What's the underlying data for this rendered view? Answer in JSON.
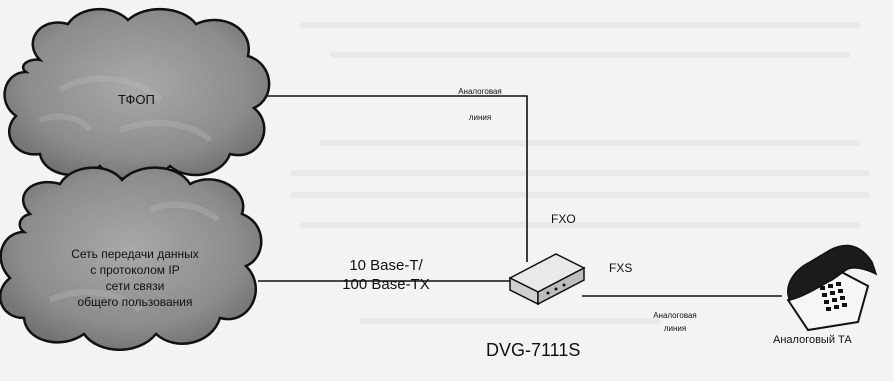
{
  "nodes": {
    "pstn": "ТФОП",
    "data_network": [
      "Сеть передачи данных",
      "с протоколом IP",
      "сети связи",
      "общего пользования"
    ],
    "gateway_model": "DVG-7111S",
    "phone": "Аналоговый ТА"
  },
  "links": {
    "pstn_link": [
      "Аналоговая",
      "линия"
    ],
    "phone_link": [
      "Аналоговая",
      "линия"
    ],
    "ethernet": [
      "10 Base-T/",
      "100 Base-TX"
    ]
  },
  "ports": {
    "fxo": "FXO",
    "fxs": "FXS"
  },
  "colors": {
    "cloud_fill": "#8e8e8e",
    "cloud_outline": "#111111",
    "line": "#111111",
    "background": "#f3f3f1"
  }
}
